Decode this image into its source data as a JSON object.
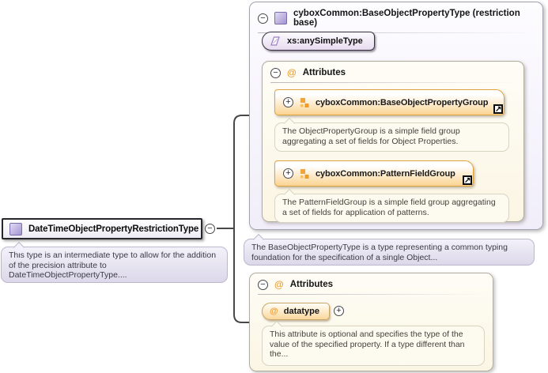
{
  "colors": {
    "accent_orange": "#EFA33C",
    "accent_purple": "#A99AD6",
    "cream_panel": "#FCF8EC",
    "lavender_note": "#DCD8EA",
    "connector": "#48484A"
  },
  "glyphs": {
    "collapse": "−",
    "expand": "+",
    "at": "@",
    "link_arrow": "↗"
  },
  "element": {
    "label": "DateTimeObjectPropertyRestrictionType",
    "tooltip": "This type is an intermediate type to allow for the addition of the precision attribute to DateTimeObjectPropertyType...."
  },
  "base_type": {
    "title": "cyboxCommon:BaseObjectPropertyType (restriction base)",
    "simple_type_label": "xs:anySimpleType",
    "attributes_title": "Attributes",
    "groups": [
      {
        "label": "cyboxCommon:BaseObjectPropertyGroup",
        "description": "The ObjectPropertyGroup is a simple field group aggregating a set of fields for Object Properties."
      },
      {
        "label": "cyboxCommon:PatternFieldGroup",
        "description": "The PatternFieldGroup is a simple field group aggregating a set of fields for application of patterns."
      }
    ],
    "description": "The BaseObjectPropertyType is a type representing a common typing foundation for the specification of a single Object..."
  },
  "local_attributes": {
    "title": "Attributes",
    "items": [
      {
        "name": "datatype",
        "description": "This attribute is optional and specifies the type of the value of the specified property. If a type different than the..."
      }
    ]
  }
}
